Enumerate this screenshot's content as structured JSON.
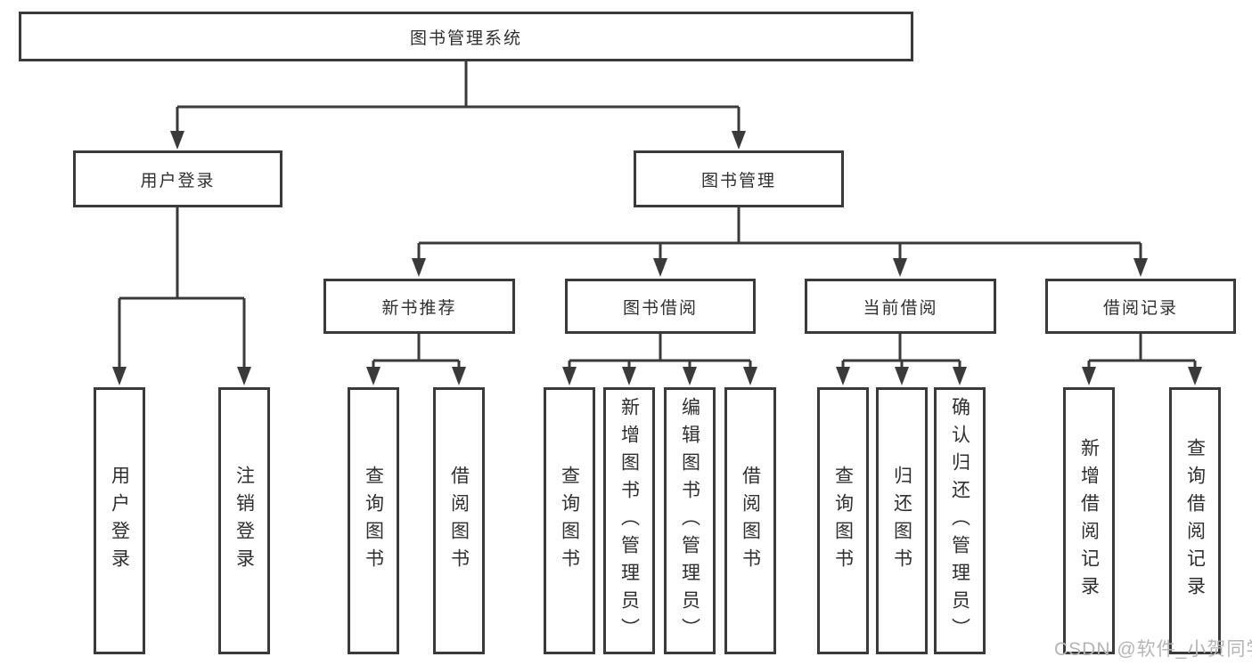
{
  "diagram_title": "图书管理系统",
  "watermark": "CSDN @软件_小贺同学",
  "colors": {
    "line": "#3a3a3a",
    "box_border": "#3a3a3a",
    "box_background": "#ffffff",
    "text": "#2f2f2f",
    "watermark": "#b5b5b5",
    "page_background": "#ffffff"
  },
  "tree": {
    "root": "图书管理系统",
    "branches": [
      {
        "label": "用户登录",
        "leaves": [
          "用户登录",
          "注销登录"
        ]
      },
      {
        "label": "图书管理",
        "groups": [
          {
            "label": "新书推荐",
            "leaves": [
              "查询图书",
              "借阅图书"
            ]
          },
          {
            "label": "图书借阅",
            "leaves": [
              "查询图书",
              "新增图书（管理员）",
              "编辑图书（管理员）",
              "借阅图书"
            ]
          },
          {
            "label": "当前借阅",
            "leaves": [
              "查询图书",
              "归还图书",
              "确认归还（管理员）"
            ]
          },
          {
            "label": "借阅记录",
            "leaves": [
              "新增借阅记录",
              "查询借阅记录"
            ]
          }
        ]
      }
    ]
  }
}
